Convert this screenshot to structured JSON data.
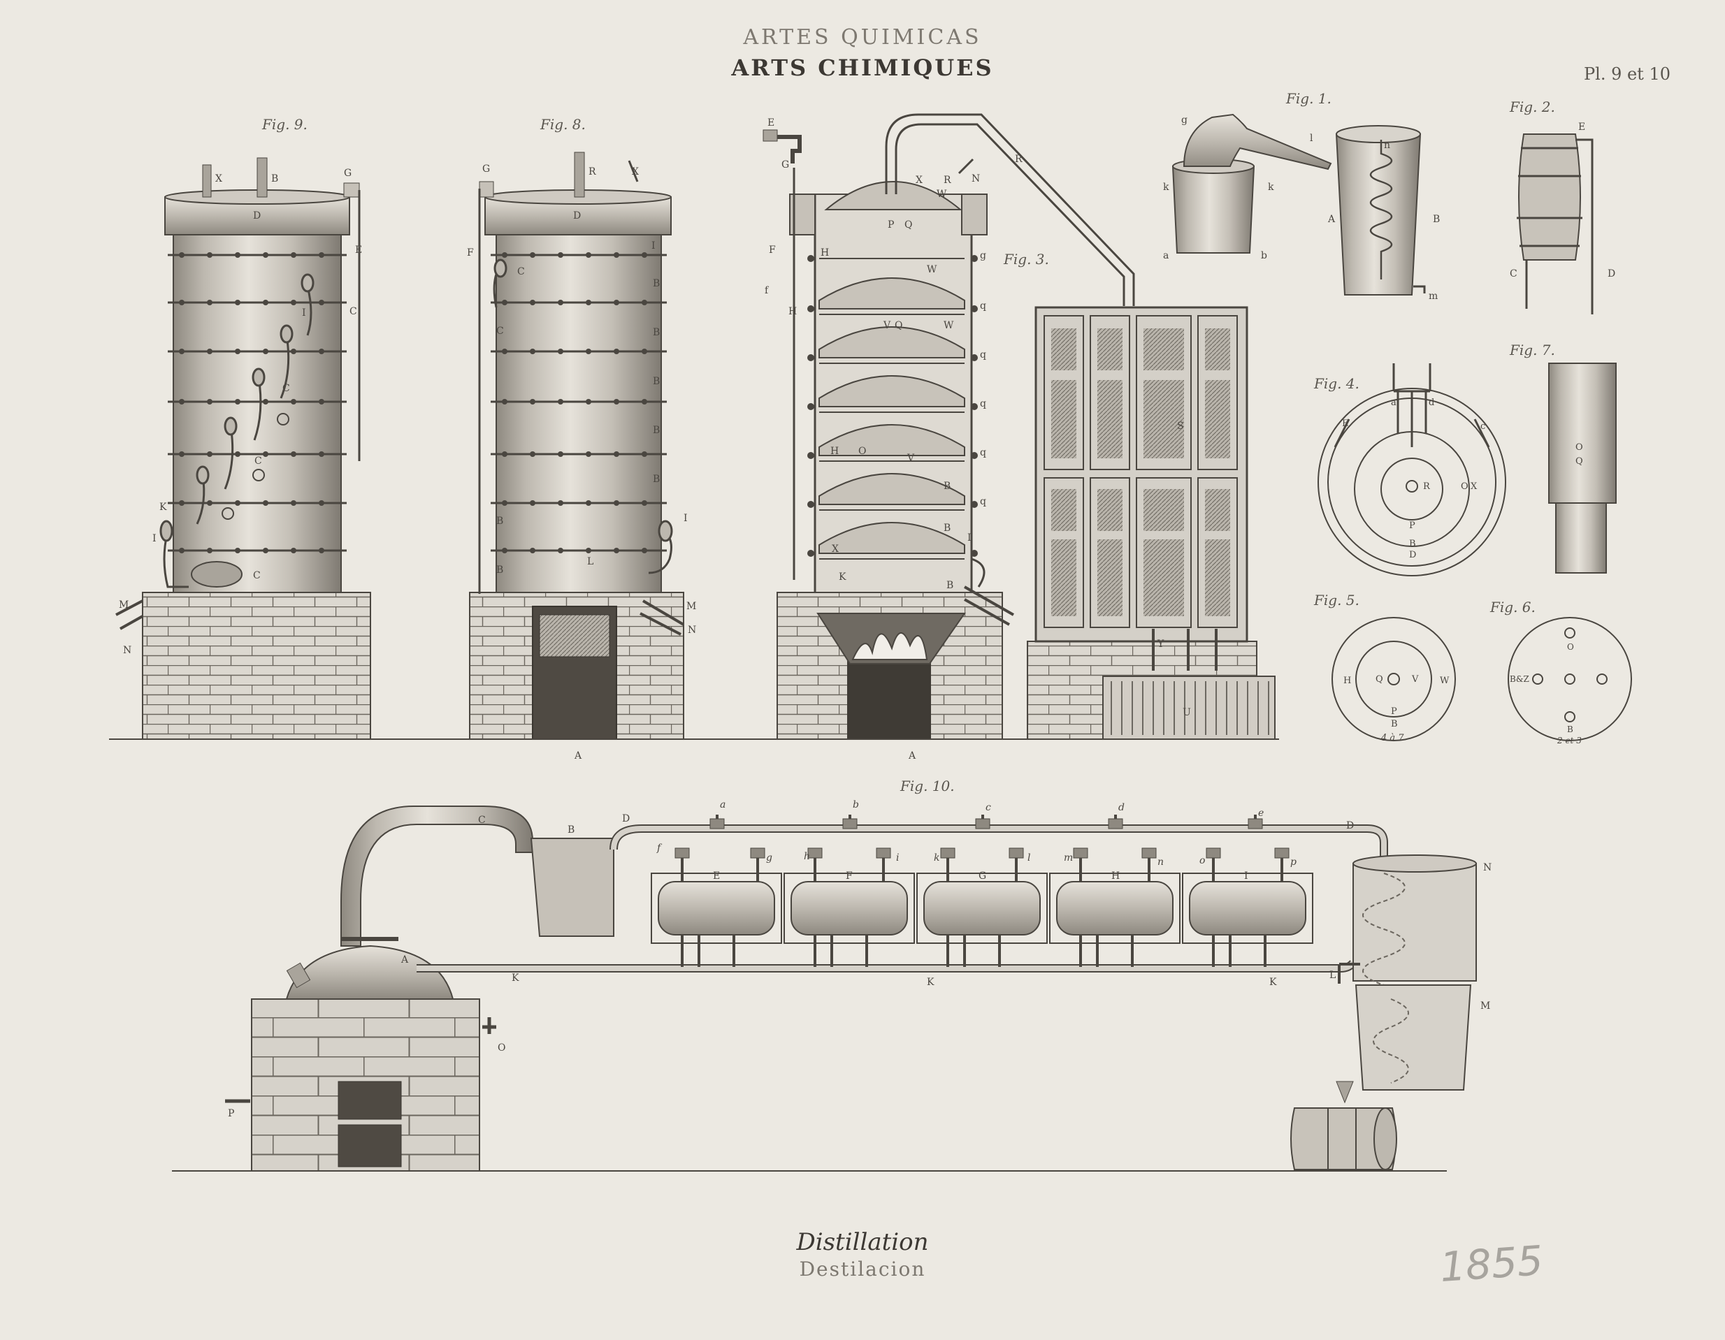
{
  "header": {
    "title_es": "ARTES QUIMICAS",
    "title_fr": "ARTS CHIMIQUES",
    "plate_number": "Pl. 9 et 10"
  },
  "figures": {
    "fig1": "Fig. 1.",
    "fig2": "Fig. 2.",
    "fig3": "Fig. 3.",
    "fig4": "Fig. 4.",
    "fig5": "Fig. 5.",
    "fig6": "Fig. 6.",
    "fig7": "Fig. 7.",
    "fig8": "Fig. 8.",
    "fig9": "Fig. 9.",
    "fig10": "Fig. 10."
  },
  "caption": {
    "title_fr": "Distillation",
    "title_es": "Destilacion"
  },
  "pencil_note": "1855",
  "labels": {
    "A": "A",
    "B": "B",
    "C": "C",
    "D": "D",
    "E": "E",
    "F": "F",
    "G": "G",
    "H": "H",
    "I": "I",
    "K": "K",
    "L": "L",
    "M": "M",
    "N": "N",
    "O": "O",
    "P": "P",
    "Q": "Q",
    "R": "R",
    "S": "S",
    "U": "U",
    "V": "V",
    "W": "W",
    "X": "X",
    "Y": "Y",
    "a": "a",
    "b": "b",
    "c": "c",
    "d": "d",
    "e": "e",
    "f": "f",
    "g": "g",
    "h": "h",
    "i": "i",
    "k": "k",
    "l": "l",
    "m": "m",
    "n": "n",
    "o": "o",
    "p": "p",
    "q": "q"
  },
  "fig_small_labels": {
    "fig5_bottom": "4 à 7",
    "fig6_bottom": "2 et 3",
    "fig6_left": "B&Z",
    "fig4_right": "O.X"
  },
  "colors": {
    "paper": "#ece9e2",
    "ink": "#4a4640",
    "metal_light": "#d9d5cd",
    "metal_dark": "#8e8980",
    "brick": "#dcd8d0"
  }
}
